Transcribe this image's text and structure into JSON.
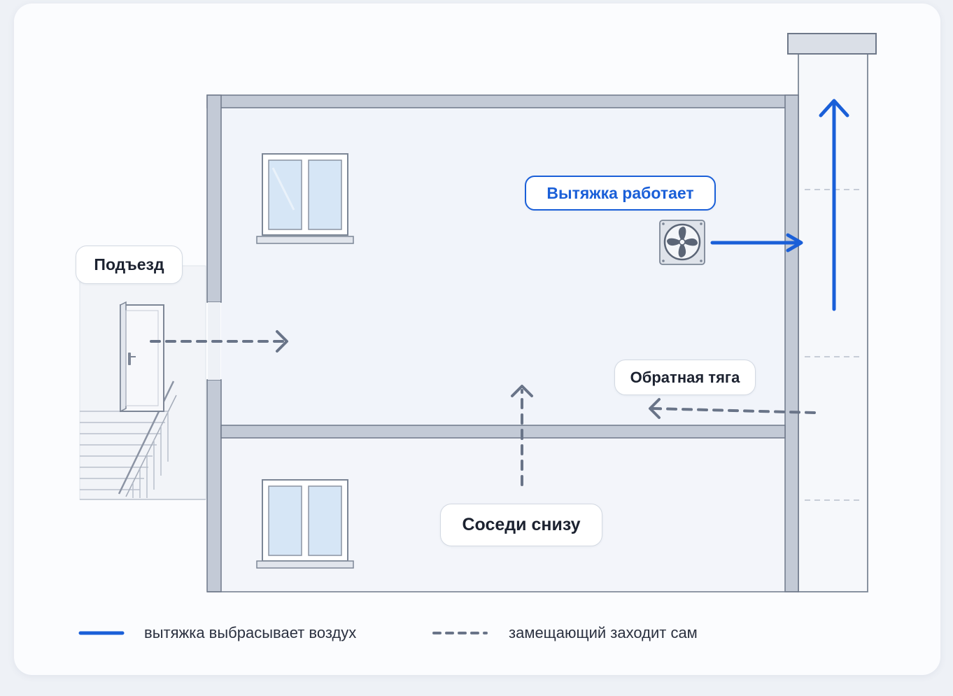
{
  "labels": {
    "entrance": "Подъезд",
    "fan_on": "Вытяжка работает",
    "backdraft": "Обратная тяга",
    "neighbors": "Соседи снизу"
  },
  "legend": {
    "solid": "вытяжка выбрасывает воздух",
    "dashed": "замещающий заходит сам"
  },
  "icons": {
    "fan": "fan-icon",
    "door": "door-icon",
    "stairs": "stairs-icon",
    "window": "window-icon"
  },
  "colors": {
    "exhaust": "#1a5fd8",
    "replacement": "#697488",
    "wall": "#c3cad6",
    "wall_edge": "#6e7889"
  }
}
